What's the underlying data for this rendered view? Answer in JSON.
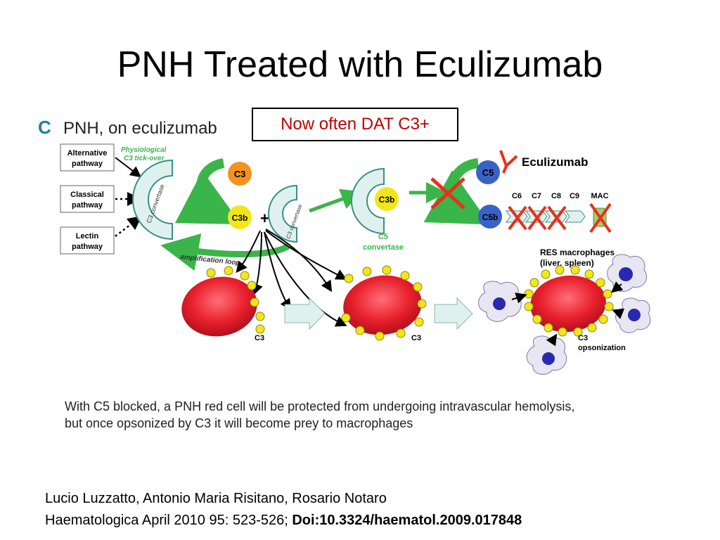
{
  "slide": {
    "title": "PNH Treated with Eculizumab",
    "callout": "Now often DAT C3+",
    "citation_authors": "Lucio Luzzatto, Antonio Maria Risitano, Rosario Notaro",
    "citation_journal": "Haematologica April 2010 95: 523-526; ",
    "citation_doi": "Doi:10.3324/haematol.2009.017848"
  },
  "figure": {
    "panel_letter": "C",
    "panel_title": "PNH, on eculizumab",
    "pathways": [
      [
        "Alternative",
        "pathway"
      ],
      [
        "Classical",
        "pathway"
      ],
      [
        "Lectin",
        "pathway"
      ]
    ],
    "tickover": [
      "Physiological",
      "C3 tick-over"
    ],
    "c3_convertase": "C3 convertase",
    "c3": "C3",
    "c3b": "C3b",
    "plus": "+",
    "amplification_loop": "amplification loop",
    "c5": "C5",
    "c5b": "C5b",
    "c5_convertase": [
      "C5",
      "convertase"
    ],
    "eculizumab": "Eculizumab",
    "terminal": [
      "C6",
      "C7",
      "C8",
      "C9",
      "MAC"
    ],
    "res_macrophages": [
      "RES macrophages",
      "(liver, spleen)"
    ],
    "c3_label": "C3",
    "opsonization": [
      "C3",
      "opsonization"
    ],
    "caption": [
      "With C5 blocked, a PNH red cell will be protected from undergoing intravascular hemolysis,",
      "but once opsonized by C3 it will become prey to macrophages"
    ]
  },
  "colors": {
    "callout_text": "#c00000",
    "orange": "#f5921e",
    "yellow": "#f2e61a",
    "green": "#3ab54a",
    "blue": "#3a62c6",
    "red_cross": "#e8301c",
    "rbc": "#e8202c",
    "teal": "#dff1ee"
  }
}
